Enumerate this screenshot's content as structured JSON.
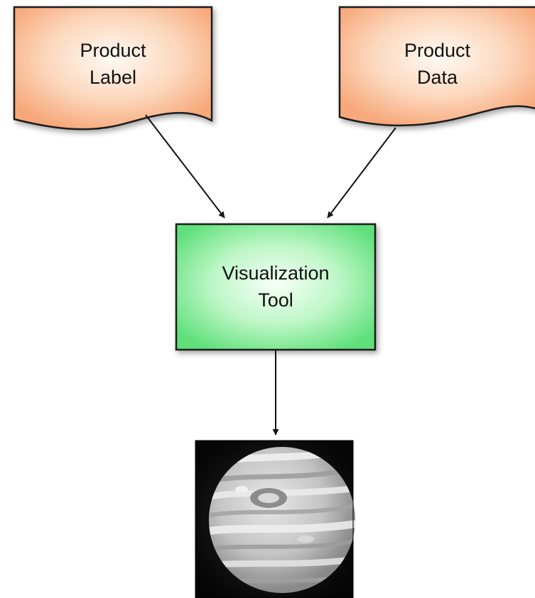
{
  "nodes": {
    "product_label": {
      "line1": "Product",
      "line2": "Label",
      "fill": "#f7a87a",
      "stroke": "#1a1a1a"
    },
    "product_data": {
      "line1": "Product",
      "line2": "Data",
      "fill": "#f7a87a",
      "stroke": "#1a1a1a"
    },
    "visualization_tool": {
      "line1": "Visualization",
      "line2": "Tool",
      "fill": "#5fe07a",
      "stroke": "#1a1a1a"
    },
    "output_image": {
      "icon": "jupiter-image"
    }
  },
  "edges": [
    {
      "from": "product_label",
      "to": "visualization_tool"
    },
    {
      "from": "product_data",
      "to": "visualization_tool"
    },
    {
      "from": "visualization_tool",
      "to": "output_image"
    }
  ]
}
